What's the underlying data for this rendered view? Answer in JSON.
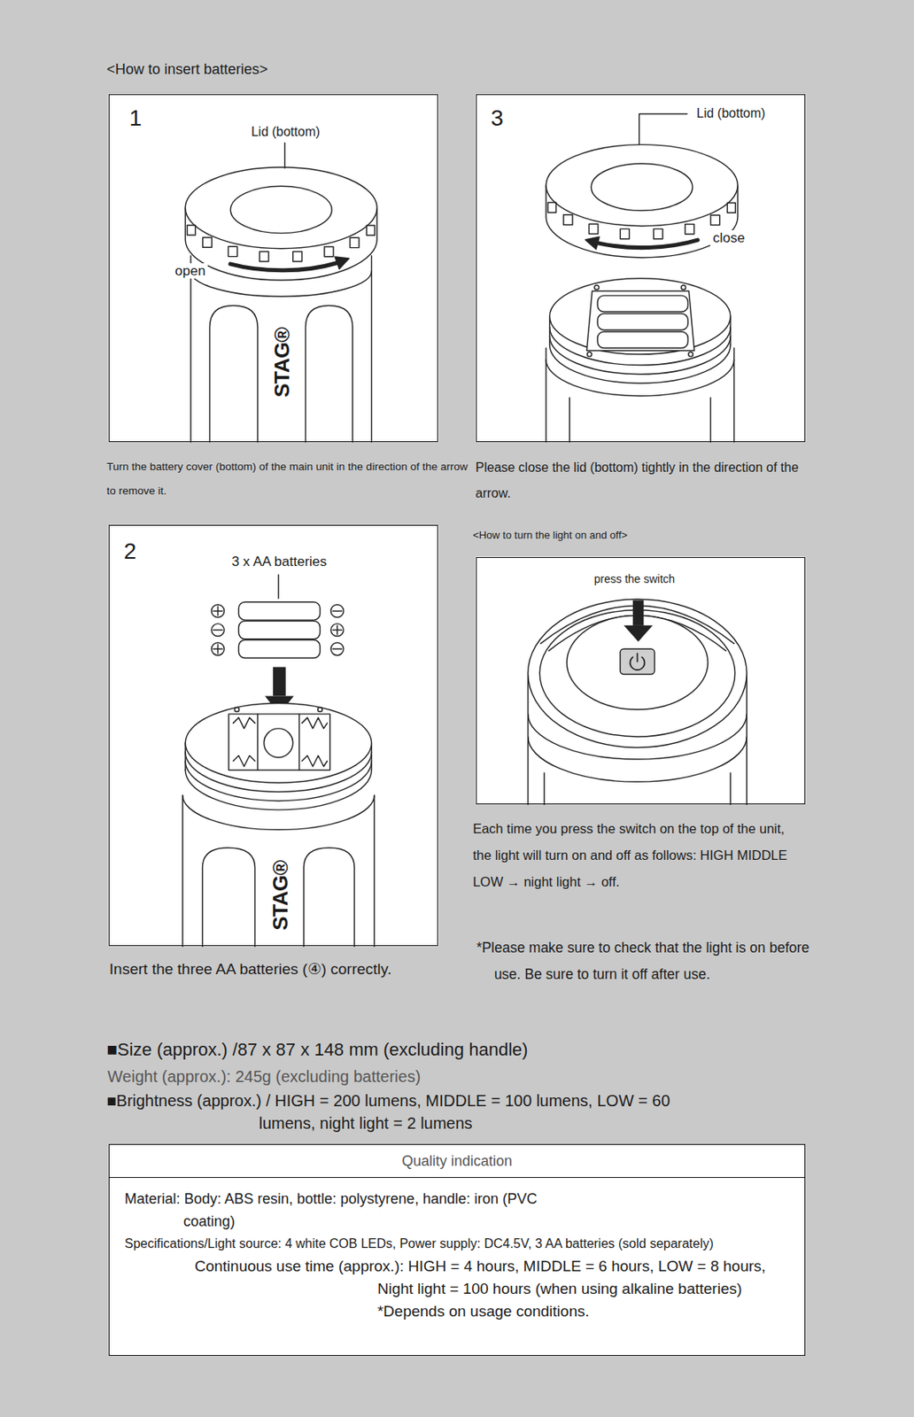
{
  "diagram": {
    "nodes": [
      {
        "text": [
          "1",
          "Lid (bottom)",
          "open",
          "STAG®"
        ]
      },
      {
        "text": [
          "3",
          "Lid (bottom)",
          "close"
        ]
      },
      {
        "text": [
          "2",
          "3 x AA batteries",
          "STAG®"
        ]
      },
      {
        "text": [
          "press the switch"
        ]
      },
      {
        "text": [
          "Quality indication",
          "Material: Body: ABS resin, bottle: polystyrene, handle: iron (PVC coating)",
          "Specifications/Light source: 4 white COB LEDs, Power supply: DC4.5V, 3 AA batteries (sold separately)",
          "Continuous use time (approx.): HIGH = 4 hours, MIDDLE = 6 hours, LOW = 8 hours, Night light = 100 hours (when using alkaline batteries) *Depends on usage conditions."
        ]
      }
    ],
    "labels": [
      "<How to insert batteries>",
      "Turn the battery cover (bottom) of the main unit in the direction of the arrow to remove it.",
      "Please close the lid (bottom) tightly in the direction of the arrow.",
      "Insert the three AA batteries (④) correctly.",
      "<How to turn the light on and off>",
      "Each time you press the switch on the top of the unit, the light will turn on and off as follows: HIGH MIDDLE LOW → night light → off.",
      "*Please make sure to check that the light is on before use. Be sure to turn it off after use.",
      "■Size (approx.) /87 x 87 x 148 mm (excluding handle)",
      "Weight (approx.): 245g (excluding batteries)",
      "■Brightness (approx.) / HIGH = 200 lumens, MIDDLE = 100 lumens, LOW = 60 lumens, night light = 2 lumens"
    ]
  }
}
